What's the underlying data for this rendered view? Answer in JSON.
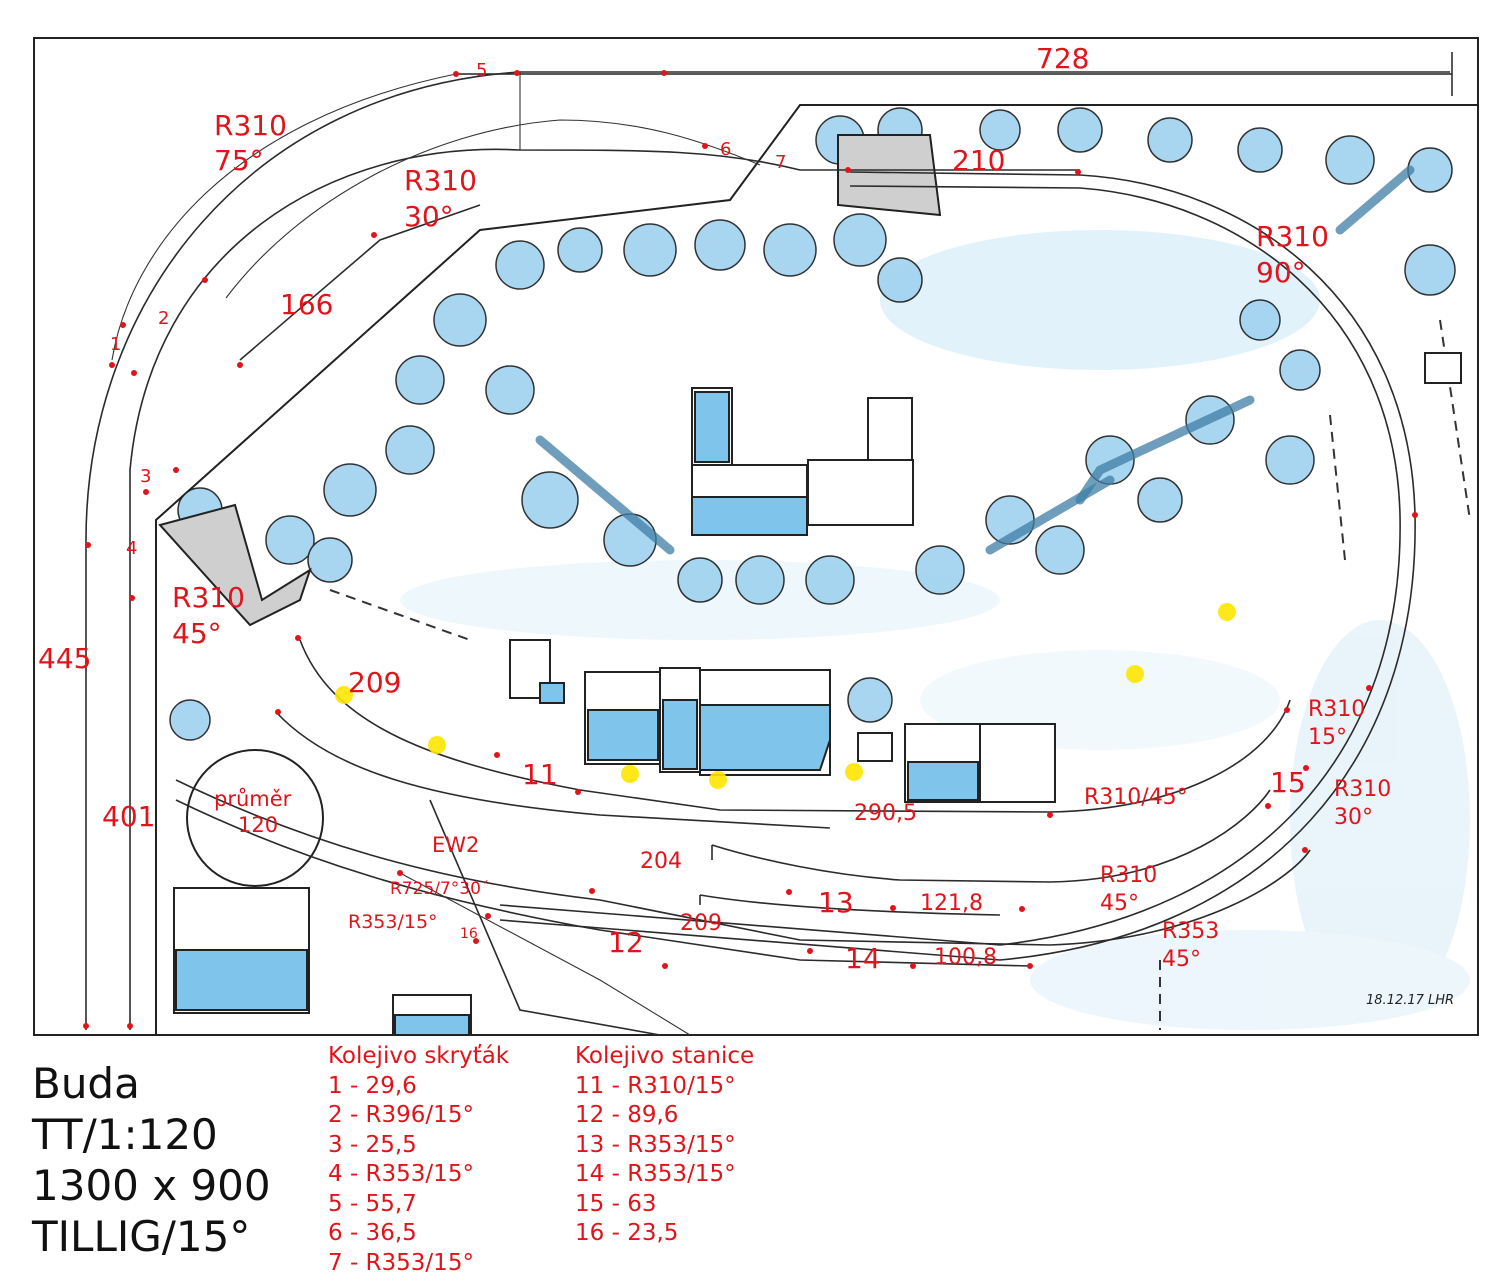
{
  "title_block": {
    "name": "Buda",
    "scale": "TT/1:120",
    "size": "1300 x 900",
    "system": "TILLIG/15°"
  },
  "legend_hidden": {
    "heading": "Kolejivo skryťák",
    "items": [
      "1 - 29,6",
      "2 - R396/15°",
      "3 - 25,5",
      "4 - R353/15°",
      "5 - 55,7",
      "6 - 36,5",
      "7 - R353/15°"
    ]
  },
  "legend_station": {
    "heading": "Kolejivo stanice",
    "items": [
      "11 - R310/15°",
      "12 - 89,6",
      "13 - R353/15°",
      "14 - R353/15°",
      "15 - 63",
      "16 - 23,5"
    ]
  },
  "plan_labels": {
    "dim_top": "728",
    "dim_left_outer": "445",
    "dim_left_inner": "401",
    "dim_tunnel": "210",
    "dim_diag": "166",
    "dim_209_upper": "209",
    "dim_204": "204",
    "dim_209_lower": "209",
    "dim_290": "290,5",
    "dim_121": "121,8",
    "dim_100": "100,8",
    "curve_r310_75": [
      "R310",
      "75°"
    ],
    "curve_r310_30": [
      "R310",
      "30°"
    ],
    "curve_r310_90": [
      "R310",
      "90°"
    ],
    "curve_r310_45": [
      "R310",
      "45°"
    ],
    "curve_r310_15": [
      "R310",
      "15°"
    ],
    "curve_r310_30b": [
      "R310",
      "30°"
    ],
    "curve_r310_45b": [
      "R310",
      "45°"
    ],
    "curve_r353_45": [
      "R353",
      "45°"
    ],
    "curve_r310_45_slash": "R310/45°",
    "turntable": [
      "průměr",
      "120"
    ],
    "ew2": "EW2",
    "r725": "R725/7°30´",
    "r353_15": "R353/15°",
    "num_1": "1",
    "num_2": "2",
    "num_3": "3",
    "num_4": "4",
    "num_5": "5",
    "num_6": "6",
    "num_7": "7",
    "num_11": "11",
    "num_12": "12",
    "num_13": "13",
    "num_14": "14",
    "num_15": "15",
    "num_16": "16",
    "signature": "18.12.17 LHR"
  },
  "colors": {
    "label_red": "#e0141b",
    "roof_blue": "#7fc4ea",
    "water_blue": "#3f7da6",
    "lamp_yellow": "#ffe600"
  },
  "icons": [
    "tree-cluster-icon",
    "lamp-icon",
    "tunnel-portal-icon",
    "water-stream-icon"
  ]
}
